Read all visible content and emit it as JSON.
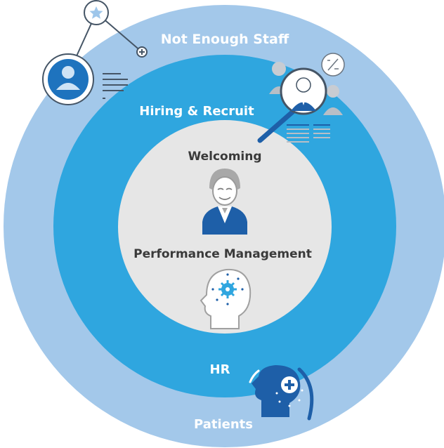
{
  "rings": {
    "outer_label": "Not Enough Staff",
    "middle_label": "Hiring & Recruit",
    "inner_top_label": "Welcoming",
    "inner_bottom_label": "Performance Management",
    "middle_bottom_label": "HR",
    "outer_bottom_label": "Patients"
  },
  "colors": {
    "outer_ring": "#a3c8ea",
    "middle_ring": "#2fa6df",
    "inner_circle": "#e6e6e6",
    "text_light": "#ffffff",
    "text_dark": "#3a3a3a",
    "icon_dark_blue": "#1e5fa8",
    "icon_gray": "#a8a8a8"
  },
  "icons": {
    "outer": "user-profile-network-icon",
    "middle": "candidate-search-icon",
    "inner_top": "employee-avatar-icon",
    "inner_bottom": "head-gear-icon",
    "bottom": "medical-head-icon"
  }
}
